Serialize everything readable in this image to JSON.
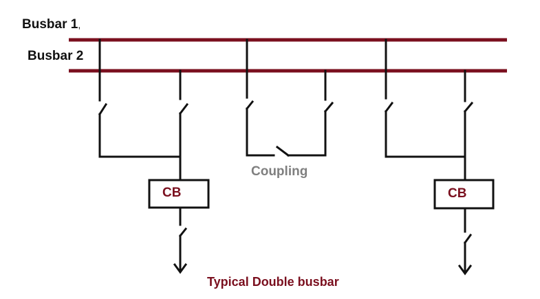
{
  "diagram": {
    "title": "Typical Double busbar",
    "colors": {
      "busbar": "#7a0f1e",
      "wire": "#111111",
      "cb_text": "#7a0f1e",
      "coupling_text": "#7f7f7f",
      "title_text": "#7a0f1e"
    },
    "busbars": [
      {
        "label": "Busbar 1",
        "suffix": ","
      },
      {
        "label": "Busbar 2"
      }
    ],
    "bays": [
      {
        "name": "feeder-left",
        "breaker_label": "CB"
      },
      {
        "name": "bus-coupler",
        "label": "Coupling"
      },
      {
        "name": "feeder-right",
        "breaker_label": "CB"
      }
    ]
  }
}
